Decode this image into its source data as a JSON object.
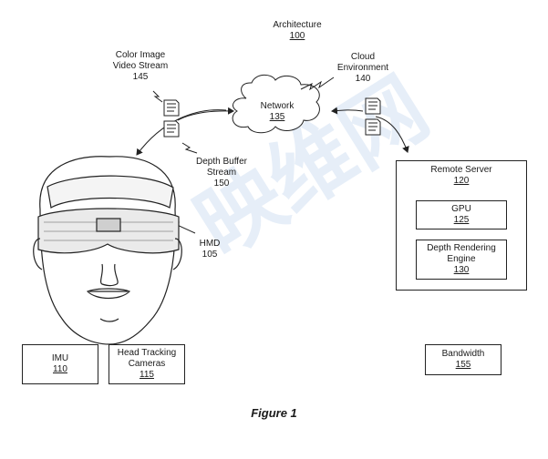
{
  "diagram": {
    "title": "Architecture",
    "title_num": "100",
    "figure_caption": "Figure 1"
  },
  "labels": {
    "color_stream": {
      "line1": "Color Image",
      "line2": "Video Stream",
      "num": "145"
    },
    "cloud": {
      "line1": "Cloud",
      "line2": "Environment",
      "num": "140"
    },
    "network": {
      "text": "Network",
      "num": "135"
    },
    "depth_stream": {
      "line1": "Depth Buffer",
      "line2": "Stream",
      "num": "150"
    },
    "hmd": {
      "text": "HMD",
      "num": "105"
    }
  },
  "boxes": {
    "remote_server": {
      "title": "Remote Server",
      "num": "120"
    },
    "gpu": {
      "title": "GPU",
      "num": "125"
    },
    "depth_engine": {
      "line1": "Depth Rendering",
      "line2": "Engine",
      "num": "130"
    },
    "imu": {
      "title": "IMU",
      "num": "110"
    },
    "head_tracking": {
      "line1": "Head Tracking",
      "line2": "Cameras",
      "num": "115"
    },
    "bandwidth": {
      "title": "Bandwidth",
      "num": "155"
    }
  },
  "watermark": {
    "text": "映维网"
  }
}
